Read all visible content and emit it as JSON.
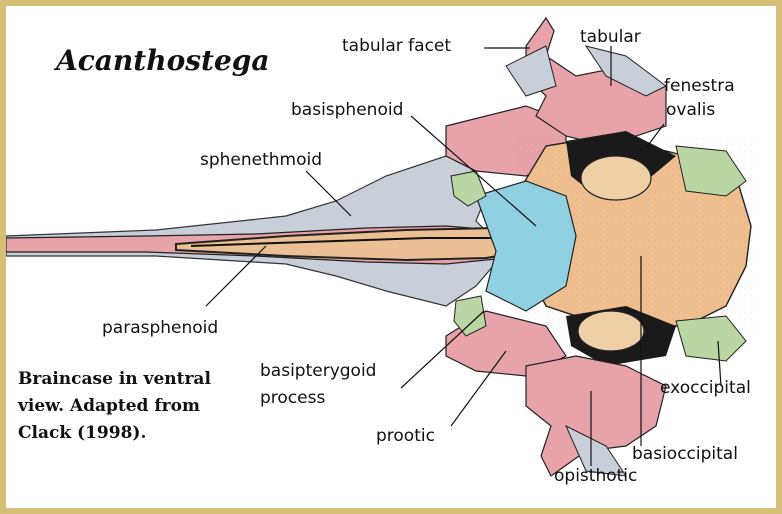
{
  "title": "Acanthostega",
  "caption": {
    "line1": "Braincase in ventral",
    "line2": "view.  Adapted from",
    "line3": "Clack (1998)."
  },
  "labels": {
    "tabular_facet": "tabular facet",
    "tabular": "tabular",
    "fenestra": "fenestra",
    "ovalis": "ovalis",
    "basisphenoid": "basisphenoid",
    "sphenethmoid": "sphenethmoid",
    "parasphenoid": "parasphenoid",
    "basipterygoid": "basipterygoid",
    "process": "process",
    "prootic": "prootic",
    "exoccipital": "exoccipital",
    "basioccipital": "basioccipital",
    "opisthotic": "opisthotic"
  },
  "colors": {
    "frame": "#d6bf76",
    "pink_bone": "#e7a3a9",
    "grey_bone": "#c9cfd8",
    "tan_bone": "#f0c492",
    "blue_bone": "#8fd0e3",
    "green_bone": "#b9d6a3",
    "dark": "#1a1a1a"
  }
}
